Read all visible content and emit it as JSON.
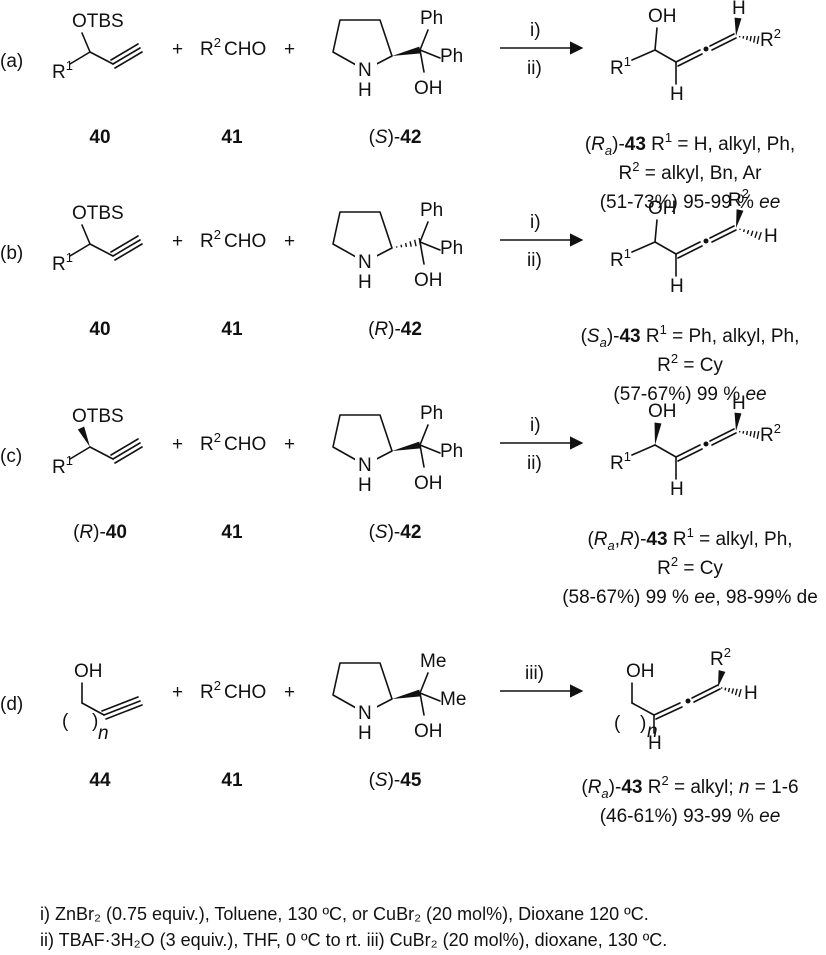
{
  "rows": [
    {
      "id": "a",
      "label": "(a)",
      "reactant1": {
        "top": "OTBS",
        "sub": "R",
        "sub_sup": "1"
      },
      "reactant2": "R²CHO",
      "reactant3": {
        "ph1": "Ph",
        "ph2": "Ph",
        "oh": "OH",
        "nh": "N",
        "h": "H"
      },
      "arrow": [
        "i)",
        "ii)"
      ],
      "product": {
        "oh": "OH",
        "r1": "R",
        "r1_sup": "1",
        "h_top": "H",
        "h_bot": "H",
        "r2": "R",
        "r2_sup": "2"
      },
      "labels": [
        "40",
        "41",
        "(S)-42"
      ],
      "result": [
        "(Ra)-43 R¹ = H, alkyl, Ph,",
        "R² = alkyl, Bn, Ar",
        "(51-73%) 95-99 % ee"
      ]
    },
    {
      "id": "b",
      "label": "(b)",
      "reactant1": {
        "top": "OTBS",
        "sub": "R",
        "sub_sup": "1"
      },
      "reactant2": "R²CHO",
      "reactant3": {
        "ph1": "Ph",
        "ph2": "Ph",
        "oh": "OH",
        "nh": "N",
        "h": "H"
      },
      "arrow": [
        "i)",
        "ii)"
      ],
      "product": {
        "oh": "OH",
        "r1": "R",
        "r1_sup": "1",
        "h_top": "R",
        "h_top_sup": "2",
        "h_bot": "H",
        "r2": "H",
        "r2_sup": ""
      },
      "labels": [
        "40",
        "41",
        "(R)-42"
      ],
      "result": [
        "(Sa)-43 R¹ = Ph, alkyl, Ph,",
        "R² = Cy",
        "(57-67%) 99 % ee"
      ]
    },
    {
      "id": "c",
      "label": "(c)",
      "reactant1": {
        "top": "OTBS",
        "sub": "R",
        "sub_sup": "1"
      },
      "reactant2": "R²CHO",
      "reactant3": {
        "ph1": "Ph",
        "ph2": "Ph",
        "oh": "OH",
        "nh": "N",
        "h": "H"
      },
      "arrow": [
        "i)",
        "ii)"
      ],
      "product": {
        "oh": "OH",
        "r1": "R",
        "r1_sup": "1",
        "h_top": "H",
        "h_bot": "H",
        "r2": "R",
        "r2_sup": "2"
      },
      "labels": [
        "(R)-40",
        "41",
        "(S)-42"
      ],
      "result": [
        "(Ra,R)-43 R¹ = alkyl, Ph,",
        "R² = Cy",
        "(58-67%) 99 % ee, 98-99% de"
      ]
    },
    {
      "id": "d",
      "label": "(d)",
      "reactant1": {
        "top": "OH",
        "sub": "n"
      },
      "reactant2": "R²CHO",
      "reactant3": {
        "ph1": "Me",
        "ph2": "Me",
        "oh": "OH",
        "nh": "N",
        "h": "H"
      },
      "arrow": [
        "iii)"
      ],
      "product": {
        "oh": "OH",
        "n": "n",
        "h_top": "R",
        "h_top_sup": "2",
        "h_bot": "H",
        "r2": "H"
      },
      "labels": [
        "44",
        "41",
        "(S)-45"
      ],
      "result": [
        "(Ra)-43 R² = alkyl; n = 1-6",
        "(46-61%) 93-99 % ee"
      ]
    }
  ],
  "plus": "+",
  "conditions": {
    "line1": "i) ZnBr₂ (0.75 equiv.), Toluene, 130 ºC, or CuBr₂ (20 mol%), Dioxane 120 ºC.",
    "line2": "ii) TBAF·3H₂O (3 equiv.), THF, 0 ºC to rt. iii) CuBr₂ (20 mol%), dioxane, 130 ºC."
  }
}
